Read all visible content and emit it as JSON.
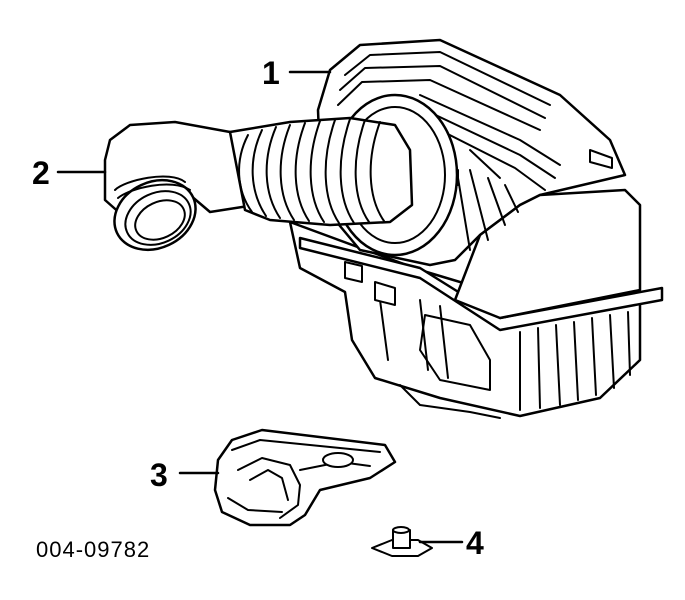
{
  "diagram": {
    "callouts": [
      {
        "label": "1",
        "part": "air-cleaner-housing"
      },
      {
        "label": "2",
        "part": "intake-duct"
      },
      {
        "label": "3",
        "part": "mounting-bracket"
      },
      {
        "label": "4",
        "part": "grommet"
      }
    ],
    "figure_code": "004-09782",
    "colors": {
      "ink": "#000000",
      "paper": "#ffffff"
    }
  }
}
